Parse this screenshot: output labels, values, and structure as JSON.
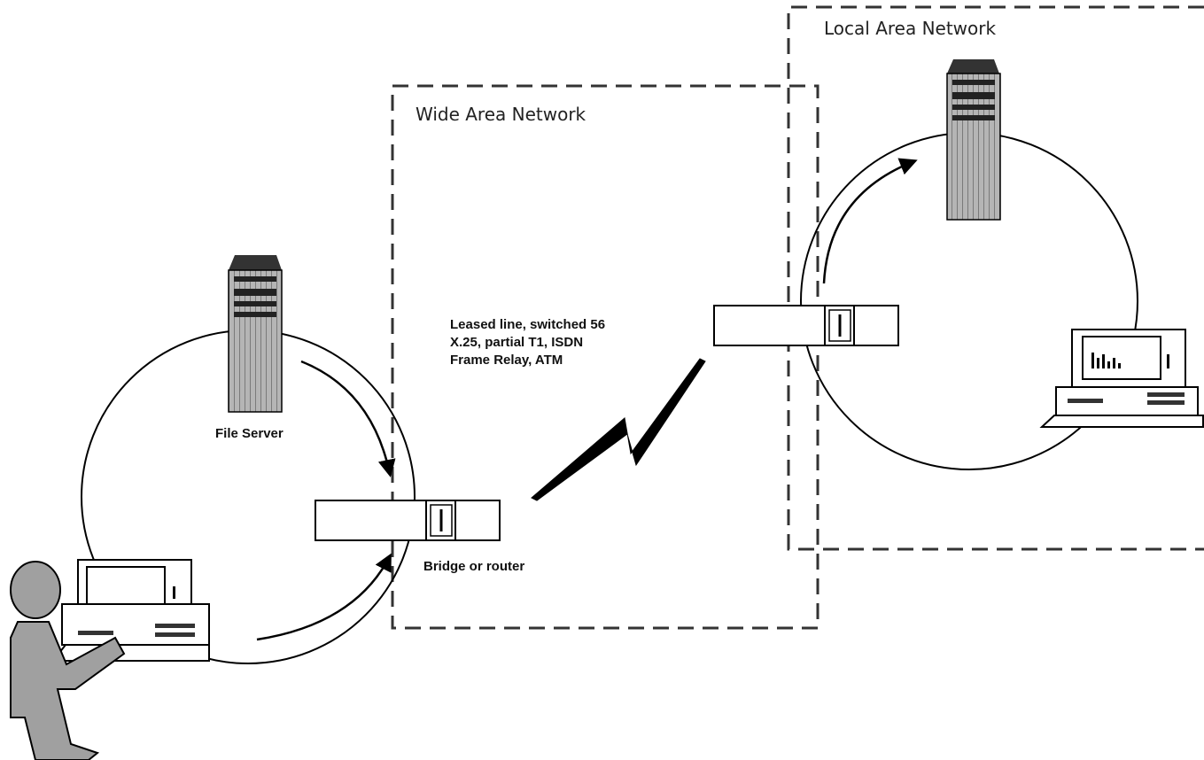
{
  "regions": {
    "wan_title": "Wide Area Network",
    "lan_title": "Local Area Network"
  },
  "labels": {
    "file_server": "File Server",
    "bridge_router": "Bridge or router",
    "link_types": [
      "Leased line, switched 56",
      "X.25, partial T1, ISDN",
      "Frame Relay, ATM"
    ]
  },
  "colors": {
    "line": "#000000",
    "device_fill": "#9a9a9a",
    "device_dark": "#333333",
    "background": "#ffffff"
  }
}
